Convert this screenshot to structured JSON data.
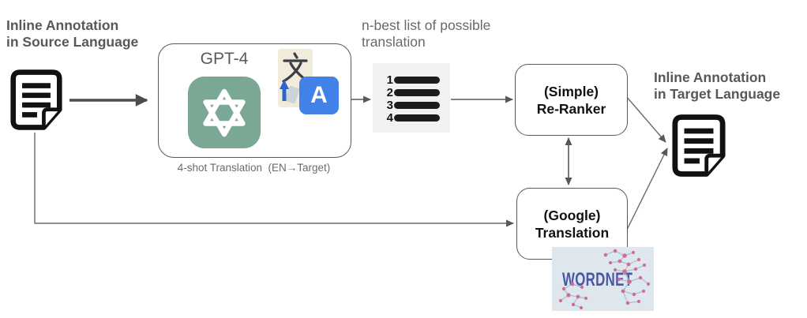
{
  "labels": {
    "source_line1": "Inline Annotation",
    "source_line2": "in Source Language",
    "target_line1": "Inline Annotation",
    "target_line2": "in Target Language",
    "nbest_line1": "n-best list of possible",
    "nbest_line2": "translation"
  },
  "gpt4_box": {
    "title": "GPT-4",
    "caption": "4-shot Translation  (EN→Target)",
    "translate_glyph_latin": "A"
  },
  "nbest_image": {
    "items": [
      {
        "rank": "1"
      },
      {
        "rank": "2"
      },
      {
        "rank": "3"
      },
      {
        "rank": "4"
      }
    ]
  },
  "reranker_box": {
    "line1": "(Simple)",
    "line2": "Re-Ranker"
  },
  "google_box": {
    "line1": "(Google)",
    "line2": "Translation"
  },
  "wordnet": {
    "text": "WORDNET"
  },
  "icons": {
    "source_document": "document-icon",
    "target_document": "document-icon",
    "openai": "openai-logo-icon",
    "google_translate": "google-translate-icon",
    "wordnet_graph": "network-graph-icon"
  },
  "colors": {
    "openai_teal": "#7BA795",
    "translate_blue": "#4181E8",
    "translate_cjk_bg": "#F0EBDB",
    "wordnet_bg": "#DDE7ED",
    "wordnet_text": "#4A57A6",
    "node_pink": "#CF6F95",
    "arrow_gray": "#58585A",
    "label_gray": "#57585A",
    "nbest_bg": "#F1F1F0"
  }
}
